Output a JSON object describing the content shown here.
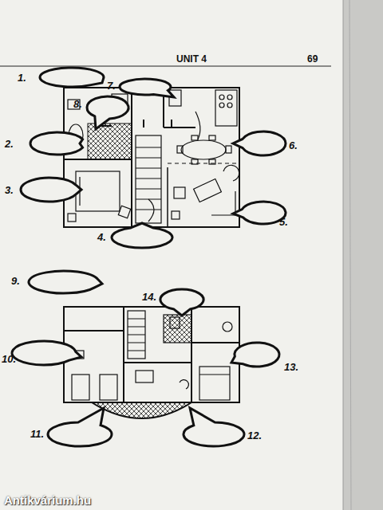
{
  "diagram": {
    "title": "UNIT 4",
    "labels": [
      "69",
      "1.",
      "2.",
      "3.",
      "4.",
      "5.",
      "6.",
      "7.",
      "8.",
      "9.",
      "10.",
      "11.",
      "12.",
      "13.",
      "14.",
      "Antikvárium.hu"
    ]
  }
}
